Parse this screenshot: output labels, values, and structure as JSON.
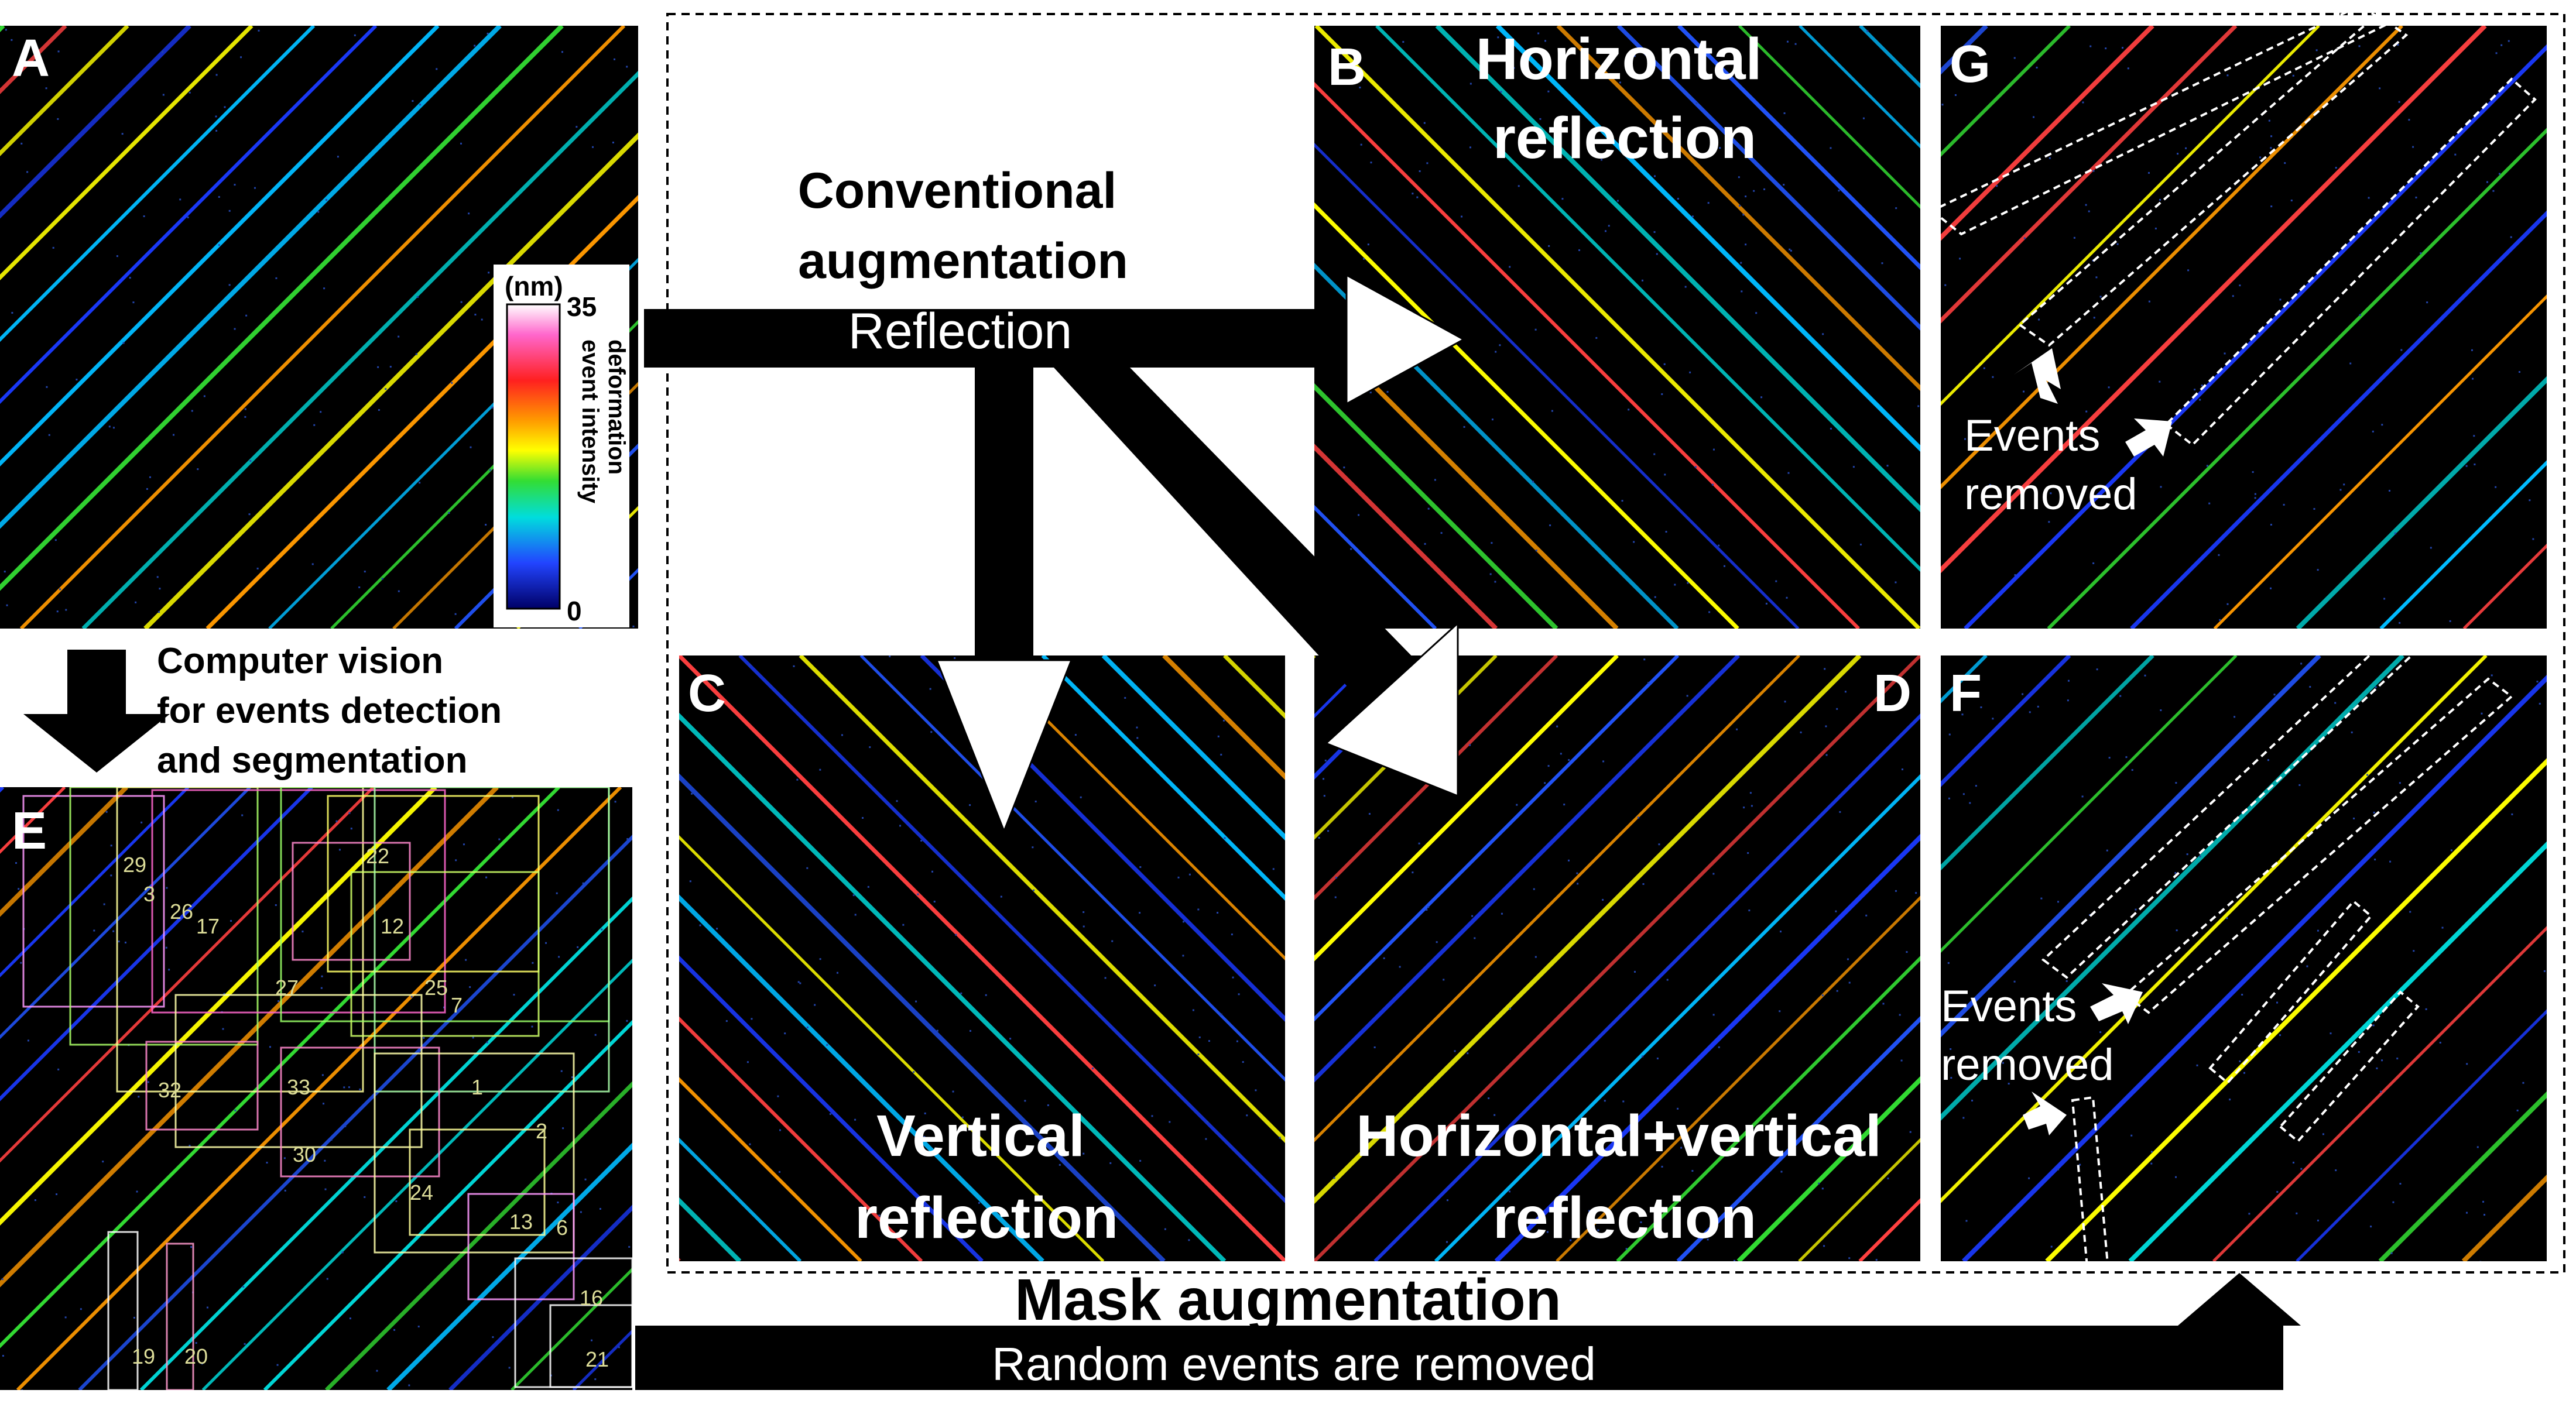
{
  "panels": {
    "A": {
      "letter": "A"
    },
    "B": {
      "letter": "B",
      "title_line1": "Horizontal",
      "title_line2": "reflection"
    },
    "C": {
      "letter": "C",
      "title_line1": "Vertical",
      "title_line2": "reflection"
    },
    "D": {
      "letter": "D",
      "title_line1": "Horizontal+vertical",
      "title_line2": "reflection"
    },
    "E": {
      "letter": "E"
    },
    "F": {
      "letter": "F",
      "note_line1": "Events",
      "note_line2": "removed"
    },
    "G": {
      "letter": "G",
      "note_line1": "Events",
      "note_line2": "removed"
    }
  },
  "colorbar": {
    "unit": "(nm)",
    "max": "35",
    "min": "0",
    "label_line1": "deformation",
    "label_line2": "event intensity",
    "stops": [
      "#ffffff",
      "#ff66cc",
      "#ff2020",
      "#ff9900",
      "#ffff00",
      "#33dd33",
      "#00dddd",
      "#2244ff",
      "#000066"
    ]
  },
  "conventional": {
    "line1": "Conventional",
    "line2": "augmentation",
    "sub": "Reflection"
  },
  "computer_vision": {
    "line1": "Computer vision",
    "line2": "for events detection",
    "line3": "and segmentation"
  },
  "mask": {
    "title": "Mask augmentation",
    "sub": "Random events are removed"
  },
  "segment_ids": [
    "22",
    "12",
    "27",
    "25",
    "7",
    "33",
    "32",
    "1",
    "2",
    "30",
    "24",
    "13",
    "6",
    "16",
    "21",
    "19",
    "20",
    "26",
    "17",
    "29",
    "3"
  ],
  "colors": {
    "panel_bg": "#000000",
    "arrow": "#000000",
    "arrow_head": "#ffffff",
    "text_on_dark": "#ffffff",
    "text_on_light": "#000000"
  }
}
